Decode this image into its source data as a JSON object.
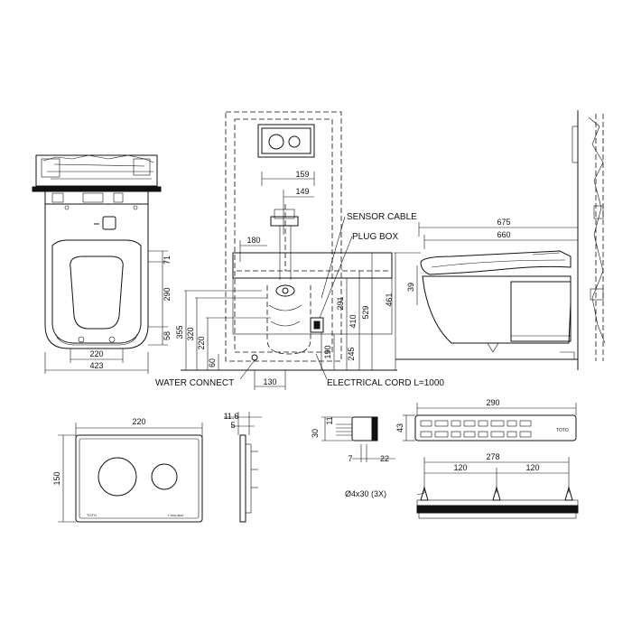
{
  "views": {
    "top_view": {
      "dims": {
        "width_seat": "220",
        "width_total": "423",
        "h1": "71",
        "h2": "290",
        "h3": "58"
      }
    },
    "side_section": {
      "dims": {
        "d159": "159",
        "d149": "149",
        "d180": "180",
        "d355": "355",
        "d320": "320",
        "d220": "220",
        "d60": "60",
        "d291": "291",
        "d410": "410",
        "d529": "529",
        "d190": "190",
        "d245": "245",
        "d130": "130"
      },
      "labels": {
        "sensor_cable": "SENSOR CABLE",
        "plug_box": "PLUG BOX",
        "water_connect": "WATER CONNECT",
        "electrical_cord": "ELECTRICAL CORD L=1000"
      }
    },
    "bowl_side": {
      "dims": {
        "d675": "675",
        "d660": "660",
        "d39": "39",
        "d461": "461"
      }
    },
    "flush_plate": {
      "dims": {
        "width": "220",
        "height": "150"
      },
      "brand": "TOTO",
      "brand_right": "ᴛ ᴇcᴏ-ᴍᴀx"
    },
    "plate_side": {
      "dims": {
        "d116": "11.6",
        "d5": "5"
      }
    },
    "sensor_unit": {
      "dims": {
        "d11": "11",
        "d30": "30",
        "d7": "7",
        "d22": "22"
      }
    },
    "remote": {
      "dims": {
        "length": "290",
        "height": "43",
        "mount": "278",
        "spacing_a": "120",
        "spacing_b": "120"
      },
      "screw_note": "Ø4x30 (3X)",
      "brand": "TOTO"
    }
  }
}
